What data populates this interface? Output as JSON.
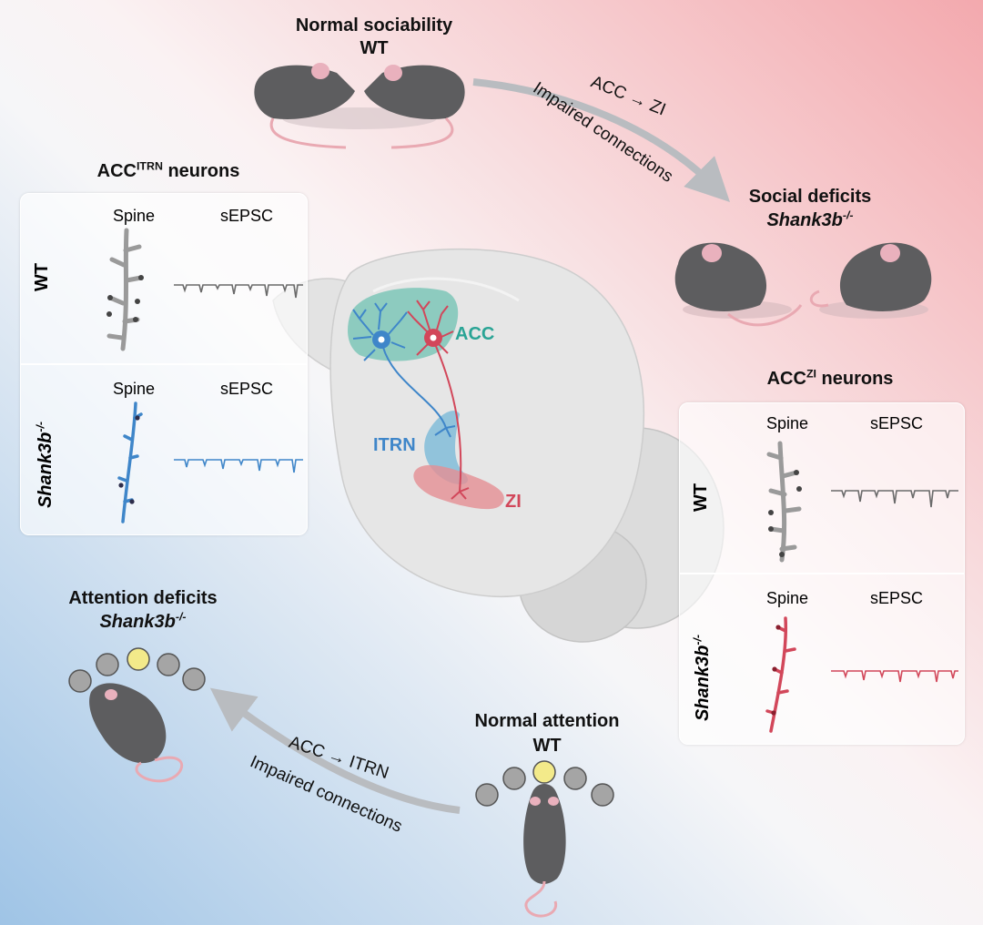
{
  "top_group": {
    "title": "Normal sociability",
    "genotype": "WT"
  },
  "social_group": {
    "title": "Social deficits",
    "genotype": "Shank3b",
    "superscript": "-/-"
  },
  "attention_group": {
    "title": "Attention deficits",
    "genotype": "Shank3b",
    "superscript": "-/-"
  },
  "normal_attention_group": {
    "title": "Normal attention",
    "genotype": "WT"
  },
  "arrow_acc_zi": {
    "pathway": "ACC → ZI",
    "note": "Impaired connections"
  },
  "arrow_acc_itrn": {
    "pathway": "ACC → ITRN",
    "note": "Impaired connections"
  },
  "brain_labels": {
    "acc": "ACC",
    "itrn": "ITRN",
    "zi": "ZI"
  },
  "panel_itrn": {
    "title_main": "ACC",
    "title_sup": "ITRN",
    "title_suffix": " neurons",
    "rows": [
      {
        "label": "WT",
        "label_sup": "",
        "col_spine": "Spine",
        "col_sepsc": "sEPSC"
      },
      {
        "label": "Shank3b",
        "label_sup": "-/-",
        "col_spine": "Spine",
        "col_sepsc": "sEPSC"
      }
    ]
  },
  "panel_zi": {
    "title_main": "ACC",
    "title_sup": "ZI",
    "title_suffix": " neurons",
    "rows": [
      {
        "label": "WT",
        "label_sup": "",
        "col_spine": "Spine",
        "col_sepsc": "sEPSC"
      },
      {
        "label": "Shank3b",
        "label_sup": "-/-",
        "col_spine": "Spine",
        "col_sepsc": "sEPSC"
      }
    ]
  },
  "colors": {
    "blue": "#3f86c9",
    "red": "#d2475a",
    "teal": "#2aa495",
    "gray_trace": "#6a6a6a",
    "mouse_body": "#5d5d5f",
    "arrow": "#b9bcc0"
  }
}
